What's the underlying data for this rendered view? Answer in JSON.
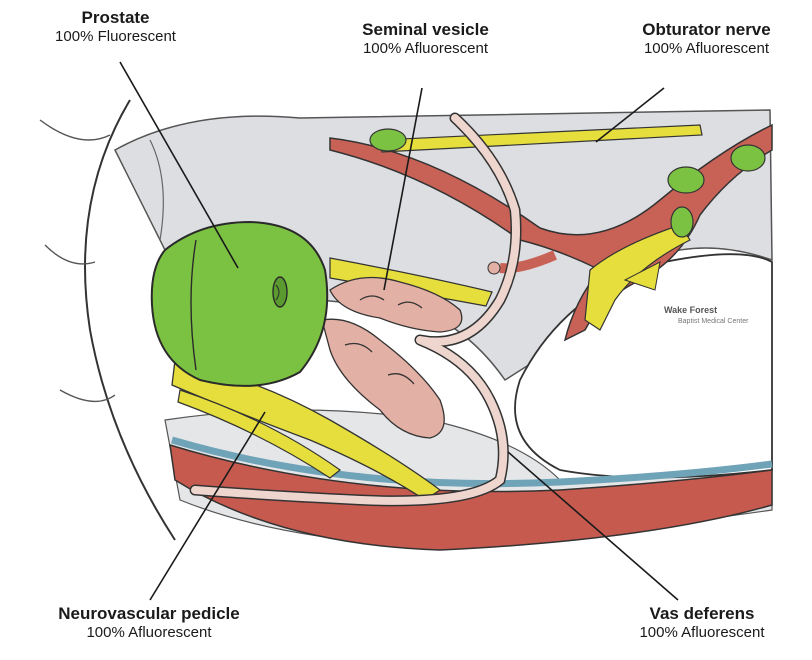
{
  "labels": {
    "prostate": {
      "title": "Prostate",
      "status": "100% Fluorescent"
    },
    "seminal_vesicle": {
      "title": "Seminal vesicle",
      "status": "100% Afluorescent"
    },
    "obturator_nerve": {
      "title": "Obturator nerve",
      "status": "100% Afluorescent"
    },
    "neurovascular_pedicle": {
      "title": "Neurovascular pedicle",
      "status": "100% Afluorescent"
    },
    "vas_deferens": {
      "title": "Vas deferens",
      "status": "100% Afluorescent"
    }
  },
  "logo": {
    "line1": "Wake Forest",
    "line2": "Baptist Medical Center"
  },
  "colors": {
    "fluorescent_green": "#7cc242",
    "nerve_yellow": "#e6de3c",
    "vessel_red": "#c65a4e",
    "seminal_pink": "#e2b0a4",
    "tissue_gray": "#d8dadc",
    "outline": "#2a2a2a"
  }
}
